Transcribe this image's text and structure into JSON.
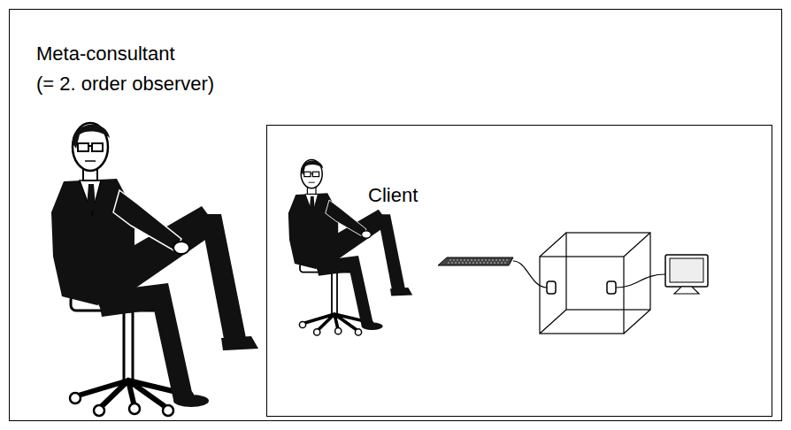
{
  "diagram": {
    "nodes": [
      {
        "text": [
          "Meta-consultant (= 2. order observer)"
        ]
      },
      {
        "text": [
          "Client"
        ],
        "in": 0
      }
    ]
  }
}
